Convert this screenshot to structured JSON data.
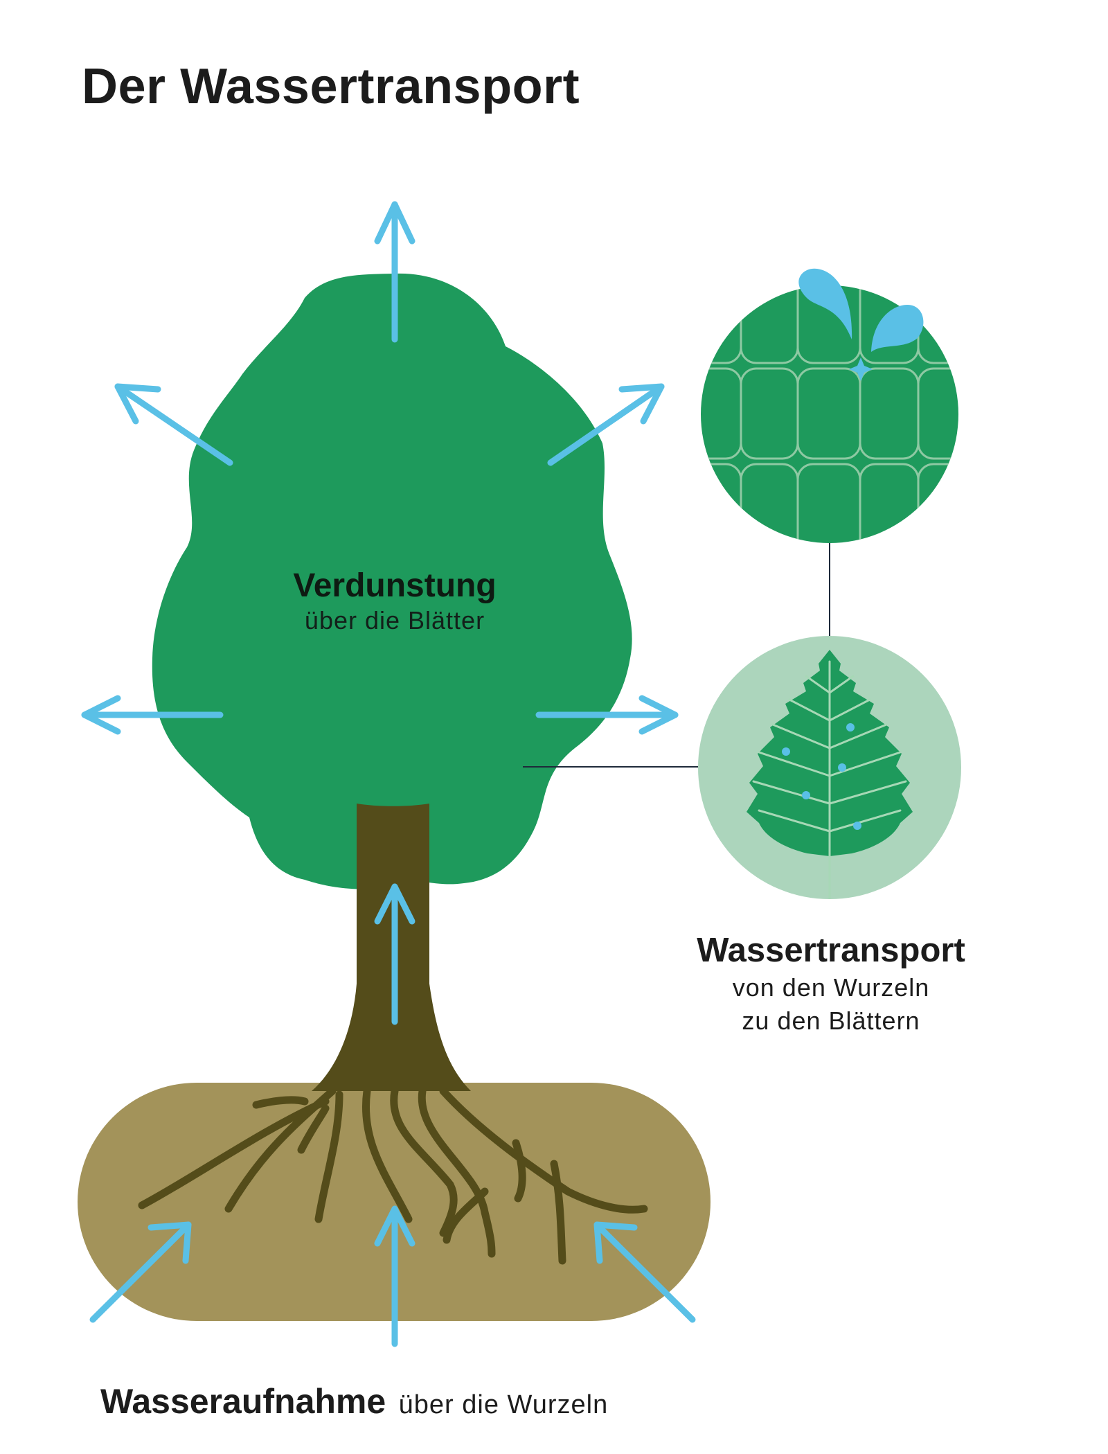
{
  "title": "Der Wassertransport",
  "labels": {
    "verdunstung": {
      "strong": "Verdunstung",
      "light": "über die Blätter"
    },
    "wassertransport": {
      "strong": "Wassertransport",
      "light_line1": "von den Wurzeln",
      "light_line2": "zu den Blättern"
    },
    "wasseraufnahme": {
      "strong": "Wasseraufnahme",
      "light": "über die Wurzeln"
    }
  },
  "colors": {
    "crown": "#1e9a5c",
    "trunk": "#544c1a",
    "soil": "#a3935a",
    "water": "#5ac0e6",
    "leaf_circle_bg": "#acd5bc",
    "text": "#1c1c1c"
  },
  "icons": [
    "water-drop-icon",
    "leaf-icon",
    "arrow-icon"
  ]
}
